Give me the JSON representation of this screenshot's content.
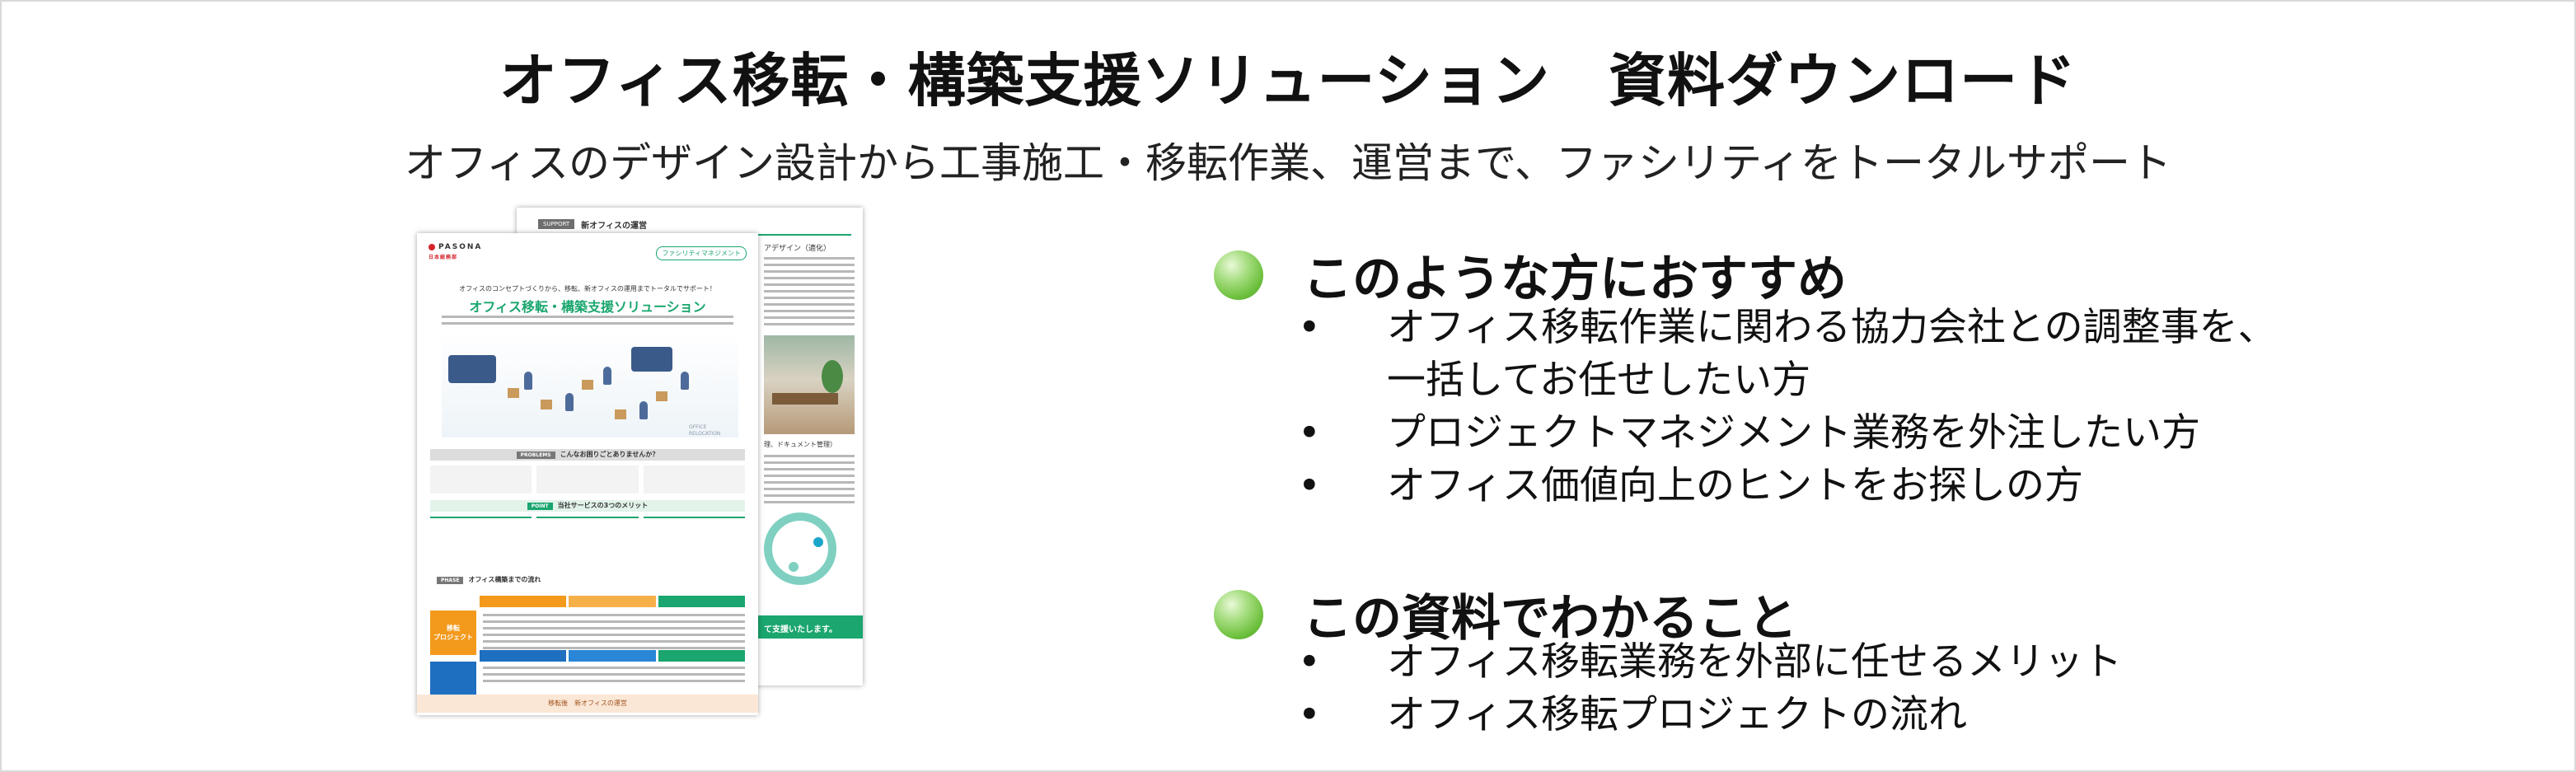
{
  "header": {
    "title": "オフィス移転・構築支援ソリューション　資料ダウンロード",
    "subtitle": "オフィスのデザイン設計から工事施工・移転作業、運営まで、ファシリティをトータルサポート"
  },
  "brochure": {
    "back": {
      "tag": "SUPPORT",
      "title": "新オフィスの運営",
      "column_title": "アデザイン（適化）",
      "column_title2": "理、ドキュメント管理）",
      "footer": "て支援いたします。"
    },
    "front": {
      "logo": "PASONA",
      "logo_sub": "日本総務部",
      "badge": "ファシリティマネジメント",
      "tagline": "オフィスのコンセプトづくりから、移転、新オフィスの運用までトータルでサポート！",
      "title": "オフィス移転・構築支援ソリューション",
      "office_label": "OFFICE\nRELOCATION",
      "problems_pill": "PROBLEMS",
      "problems_title": "こんなお困りごとありませんか？",
      "points_pill": "POINT",
      "points_title": "当社サービスの3つのメリット",
      "flow_pill": "PHASE",
      "flow_title": "オフィス構築までの流れ",
      "flow_box": "移転\nプロジェクト",
      "footer": "移転後　新オフィスの運営"
    }
  },
  "recommend": {
    "heading": "このような方におすすめ",
    "items": [
      "オフィス移転作業に関わる協力会社との調整事を、",
      "一括してお任せしたい方",
      "プロジェクトマネジメント業務を外注したい方",
      "オフィス価値向上のヒントをお探しの方"
    ]
  },
  "learn": {
    "heading": "この資料でわかること",
    "items": [
      "オフィス移転業務を外部に任せるメリット",
      "オフィス移転プロジェクトの流れ"
    ]
  },
  "colors": {
    "accent_green": "#1aa66e",
    "ball_green": "#6cbf3c",
    "flow_orange": "#f39a1c",
    "flow_blue": "#1f6fc0"
  }
}
